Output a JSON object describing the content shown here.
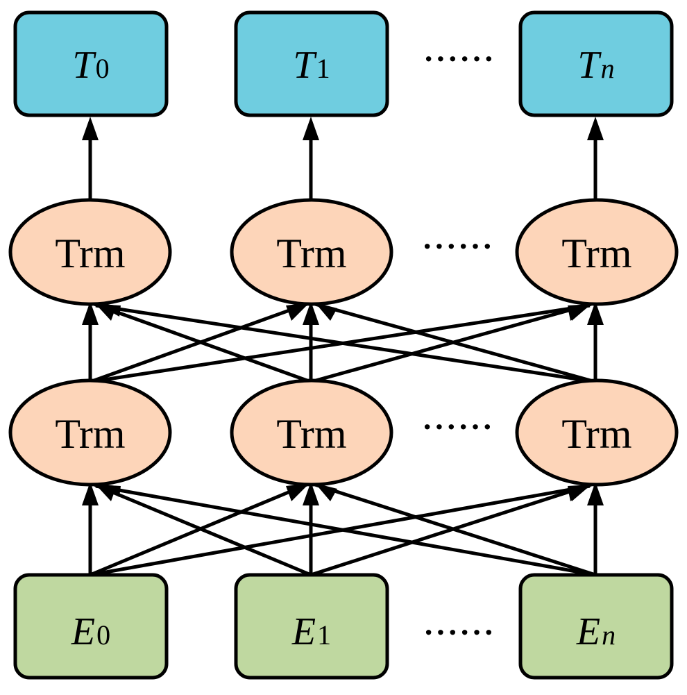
{
  "colors": {
    "output_fill": "#6fcde0",
    "trm_fill": "#fdd5b9",
    "embedding_fill": "#bfd8a0",
    "stroke": "#000000"
  },
  "outputs": [
    {
      "base": "T",
      "sub": "0"
    },
    {
      "base": "T",
      "sub": "1"
    },
    {
      "base": "T",
      "sub": "n"
    }
  ],
  "trm_top": [
    "Trm",
    "Trm",
    "Trm"
  ],
  "trm_bottom": [
    "Trm",
    "Trm",
    "Trm"
  ],
  "embeddings": [
    {
      "base": "E",
      "sub": "0"
    },
    {
      "base": "E",
      "sub": "1"
    },
    {
      "base": "E",
      "sub": "n"
    }
  ],
  "ellipsis": "······"
}
